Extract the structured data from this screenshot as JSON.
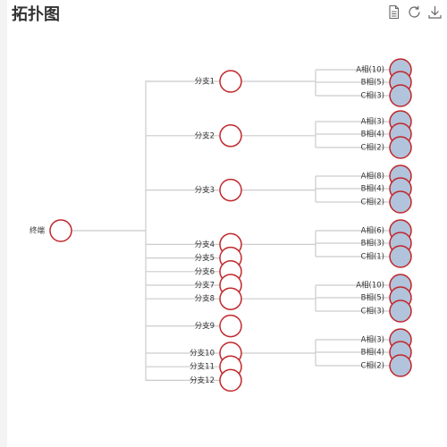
{
  "header": {
    "title": "拓扑图",
    "tools": [
      {
        "name": "document-icon"
      },
      {
        "name": "refresh-icon"
      },
      {
        "name": "download-icon"
      }
    ]
  },
  "colors": {
    "line": "#cccccc",
    "node_stroke": "#c0282c",
    "node_fill": "#ffffff",
    "phase_fill": "#b2c3dc"
  },
  "topology": {
    "root": {
      "label": "终端"
    },
    "branches": [
      {
        "label": "分支1",
        "phases": [
          "A相(10)",
          "B相(5)",
          "C相(3)"
        ]
      },
      {
        "label": "分支2",
        "phases": [
          "A相(3)",
          "B相(4)",
          "C相(2)"
        ]
      },
      {
        "label": "分支3",
        "phases": [
          "A相(8)",
          "B相(4)",
          "C相(2)"
        ]
      },
      {
        "label": "分支4",
        "phases": [
          "A相(6)",
          "B相(3)",
          "C相(1)"
        ]
      },
      {
        "label": "分支5",
        "phases": []
      },
      {
        "label": "分支6",
        "phases": []
      },
      {
        "label": "分支7",
        "phases": []
      },
      {
        "label": "分支8",
        "phases": [
          "A相(10)",
          "B相(5)",
          "C相(3)"
        ]
      },
      {
        "label": "分支9",
        "phases": []
      },
      {
        "label": "分支10",
        "phases": [
          "A相(3)",
          "B相(4)",
          "C相(2)"
        ]
      },
      {
        "label": "分支11",
        "phases": []
      },
      {
        "label": "分支12",
        "phases": []
      }
    ]
  }
}
